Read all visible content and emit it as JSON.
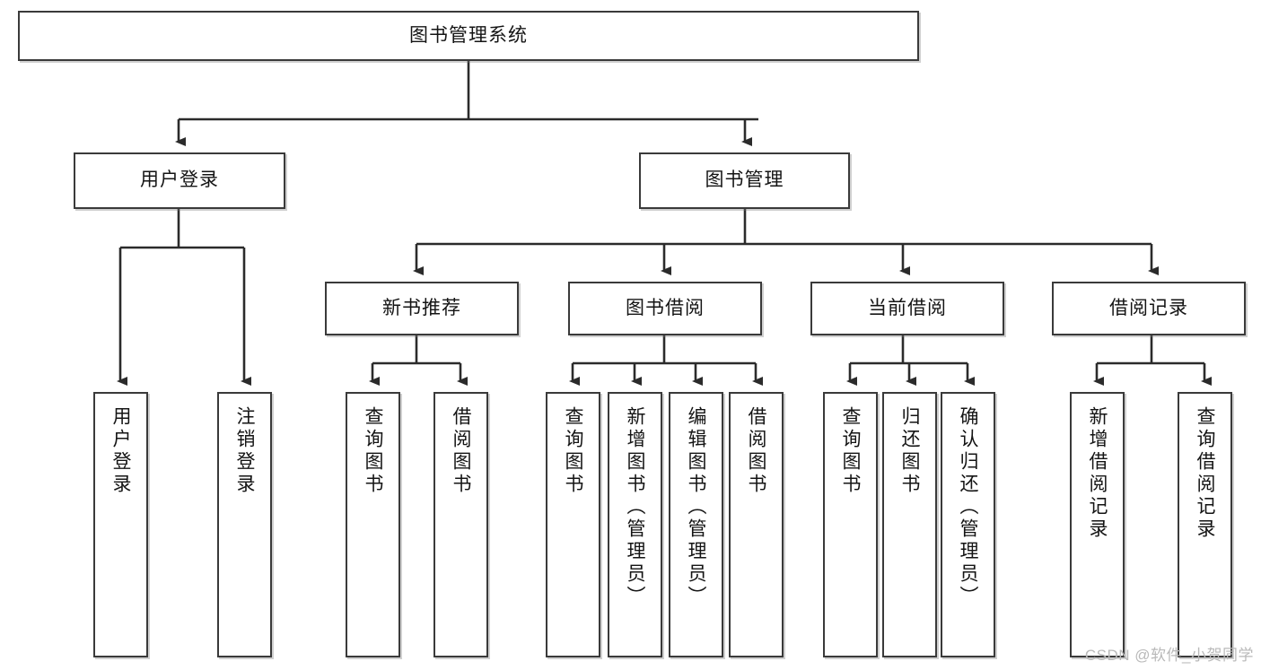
{
  "diagram": {
    "type": "tree-hierarchy",
    "title": "图书管理系统",
    "watermark": "CSDN @软件_小贺同学",
    "colors": {
      "border": "#3a3a3a",
      "background": "#ffffff",
      "text": "#141414",
      "wire": "#2b2b2b",
      "watermark": "#b9b9b9"
    },
    "levels": {
      "root": {
        "label": "图书管理系统"
      },
      "level2": [
        {
          "label": "用户登录"
        },
        {
          "label": "图书管理"
        }
      ],
      "level3": [
        {
          "label": "新书推荐"
        },
        {
          "label": "图书借阅"
        },
        {
          "label": "当前借阅"
        },
        {
          "label": "借阅记录"
        }
      ],
      "leaves": {
        "user_login": [
          {
            "label": "用户登录"
          },
          {
            "label": "注销登录"
          }
        ],
        "new_book_recommend": [
          {
            "label": "查询图书"
          },
          {
            "label": "借阅图书"
          }
        ],
        "book_borrow": [
          {
            "label": "查询图书"
          },
          {
            "label": "新增图书（管理员）"
          },
          {
            "label": "编辑图书（管理员）"
          },
          {
            "label": "借阅图书"
          }
        ],
        "current_borrow": [
          {
            "label": "查询图书"
          },
          {
            "label": "归还图书"
          },
          {
            "label": "确认归还（管理员）"
          }
        ],
        "borrow_record": [
          {
            "label": "新增借阅记录"
          },
          {
            "label": "查询借阅记录"
          }
        ]
      }
    }
  }
}
